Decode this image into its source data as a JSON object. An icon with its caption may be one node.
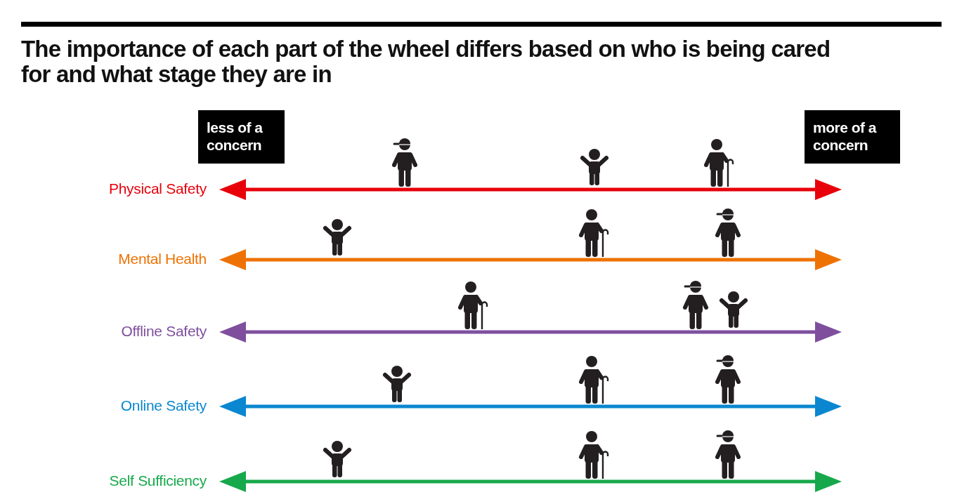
{
  "diagram": {
    "title": "The importance of each part of the wheel differs based on who is being cared for and what stage they are in",
    "nodes": [
      {
        "text": [
          "less of a concern"
        ]
      },
      {
        "text": [
          "more of a concern"
        ]
      }
    ],
    "labels": [
      "Physical Safety",
      "Mental Health",
      "Offline Safety",
      "Online Safety",
      "Self Sufficiency"
    ]
  }
}
